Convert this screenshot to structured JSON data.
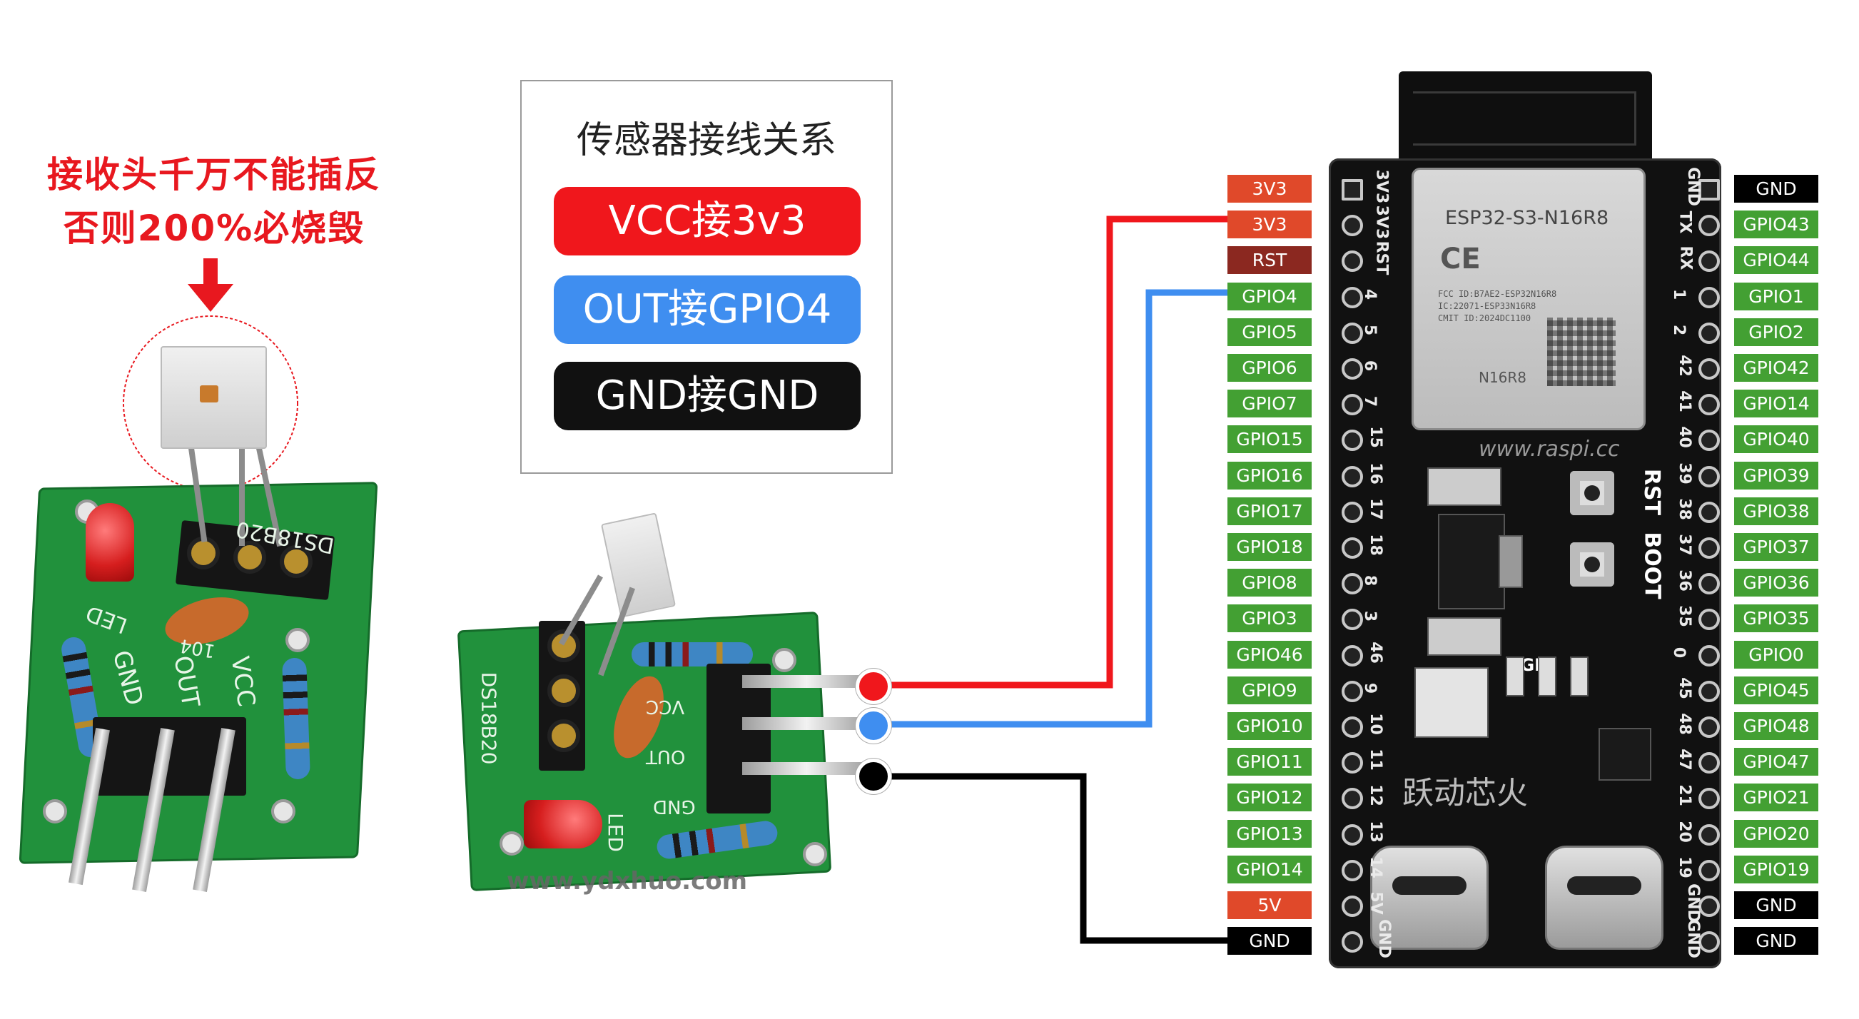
{
  "warning": {
    "line1": "接收头千万不能插反",
    "line2": "否则200%必烧毁"
  },
  "legend": {
    "title": "传感器接线关系",
    "items": [
      {
        "text": "VCC接3v3",
        "color": "#f0171c"
      },
      {
        "text": "OUT接GPIO4",
        "color": "#3f8ef0"
      },
      {
        "text": "GND接GND",
        "color": "#111111"
      }
    ]
  },
  "colors": {
    "pin_green": "#43a033",
    "pin_power": "#e0492a",
    "pin_rst": "#8b2820",
    "pin_gnd": "#000000",
    "wire_vcc": "#f0171c",
    "wire_out": "#3f8ef0",
    "wire_gnd": "#000000"
  },
  "left_pins": [
    {
      "label": "3V3",
      "kind": "power"
    },
    {
      "label": "3V3",
      "kind": "power"
    },
    {
      "label": "RST",
      "kind": "rst"
    },
    {
      "label": "GPIO4",
      "kind": "gpio"
    },
    {
      "label": "GPIO5",
      "kind": "gpio"
    },
    {
      "label": "GPIO6",
      "kind": "gpio"
    },
    {
      "label": "GPIO7",
      "kind": "gpio"
    },
    {
      "label": "GPIO15",
      "kind": "gpio"
    },
    {
      "label": "GPIO16",
      "kind": "gpio"
    },
    {
      "label": "GPIO17",
      "kind": "gpio"
    },
    {
      "label": "GPIO18",
      "kind": "gpio"
    },
    {
      "label": "GPIO8",
      "kind": "gpio"
    },
    {
      "label": "GPIO3",
      "kind": "gpio"
    },
    {
      "label": "GPIO46",
      "kind": "gpio"
    },
    {
      "label": "GPIO9",
      "kind": "gpio"
    },
    {
      "label": "GPIO10",
      "kind": "gpio"
    },
    {
      "label": "GPIO11",
      "kind": "gpio"
    },
    {
      "label": "GPIO12",
      "kind": "gpio"
    },
    {
      "label": "GPIO13",
      "kind": "gpio"
    },
    {
      "label": "GPIO14",
      "kind": "gpio"
    },
    {
      "label": "5V",
      "kind": "power"
    },
    {
      "label": "GND",
      "kind": "gnd"
    }
  ],
  "right_pins": [
    {
      "label": "GND",
      "kind": "gnd"
    },
    {
      "label": "GPIO43",
      "kind": "gpio"
    },
    {
      "label": "GPIO44",
      "kind": "gpio"
    },
    {
      "label": "GPIO1",
      "kind": "gpio"
    },
    {
      "label": "GPIO2",
      "kind": "gpio"
    },
    {
      "label": "GPIO42",
      "kind": "gpio"
    },
    {
      "label": "GPIO14",
      "kind": "gpio"
    },
    {
      "label": "GPIO40",
      "kind": "gpio"
    },
    {
      "label": "GPIO39",
      "kind": "gpio"
    },
    {
      "label": "GPIO38",
      "kind": "gpio"
    },
    {
      "label": "GPIO37",
      "kind": "gpio"
    },
    {
      "label": "GPIO36",
      "kind": "gpio"
    },
    {
      "label": "GPIO35",
      "kind": "gpio"
    },
    {
      "label": "GPIO0",
      "kind": "gpio"
    },
    {
      "label": "GPIO45",
      "kind": "gpio"
    },
    {
      "label": "GPIO48",
      "kind": "gpio"
    },
    {
      "label": "GPIO47",
      "kind": "gpio"
    },
    {
      "label": "GPIO21",
      "kind": "gpio"
    },
    {
      "label": "GPIO20",
      "kind": "gpio"
    },
    {
      "label": "GPIO19",
      "kind": "gpio"
    },
    {
      "label": "GND",
      "kind": "gnd"
    },
    {
      "label": "GND",
      "kind": "gnd"
    }
  ],
  "board": {
    "module_name": "ESP32-S3-N16R8",
    "ce_mark": "CE",
    "fcc_lines": [
      "FCC ID:B7AE2-ESP32N16R8",
      "IC:22071-ESP33N16R8",
      "CMIT ID:2024DC1100"
    ],
    "module_variant": "N16R8",
    "website": "www.raspi.cc",
    "brand": "跃动芯火",
    "rst_label": "RST",
    "boot_label": "BOOT",
    "rgb_label": "RGB",
    "left_silk": [
      "3V3",
      "3V3",
      "RST",
      "4",
      "5",
      "6",
      "7",
      "15",
      "16",
      "17",
      "18",
      "8",
      "3",
      "46",
      "9",
      "10",
      "11",
      "12",
      "13",
      "14",
      "5V",
      "GND"
    ],
    "right_silk": [
      "GND",
      "TX",
      "RX",
      "1",
      "2",
      "42",
      "41",
      "40",
      "39",
      "38",
      "37",
      "36",
      "35",
      "0",
      "45",
      "48",
      "47",
      "21",
      "20",
      "19",
      "GND",
      "GND"
    ]
  },
  "sensor_left": {
    "part": "DS18B20",
    "labels": [
      "GND",
      "OUT",
      "VCC"
    ],
    "led_text": "LED",
    "code": "104"
  },
  "sensor_right": {
    "part": "DS18B20",
    "labels": [
      "VCC",
      "OUT",
      "GND"
    ],
    "led_text": "LED",
    "watermark": "www.ydxhuo.com"
  }
}
